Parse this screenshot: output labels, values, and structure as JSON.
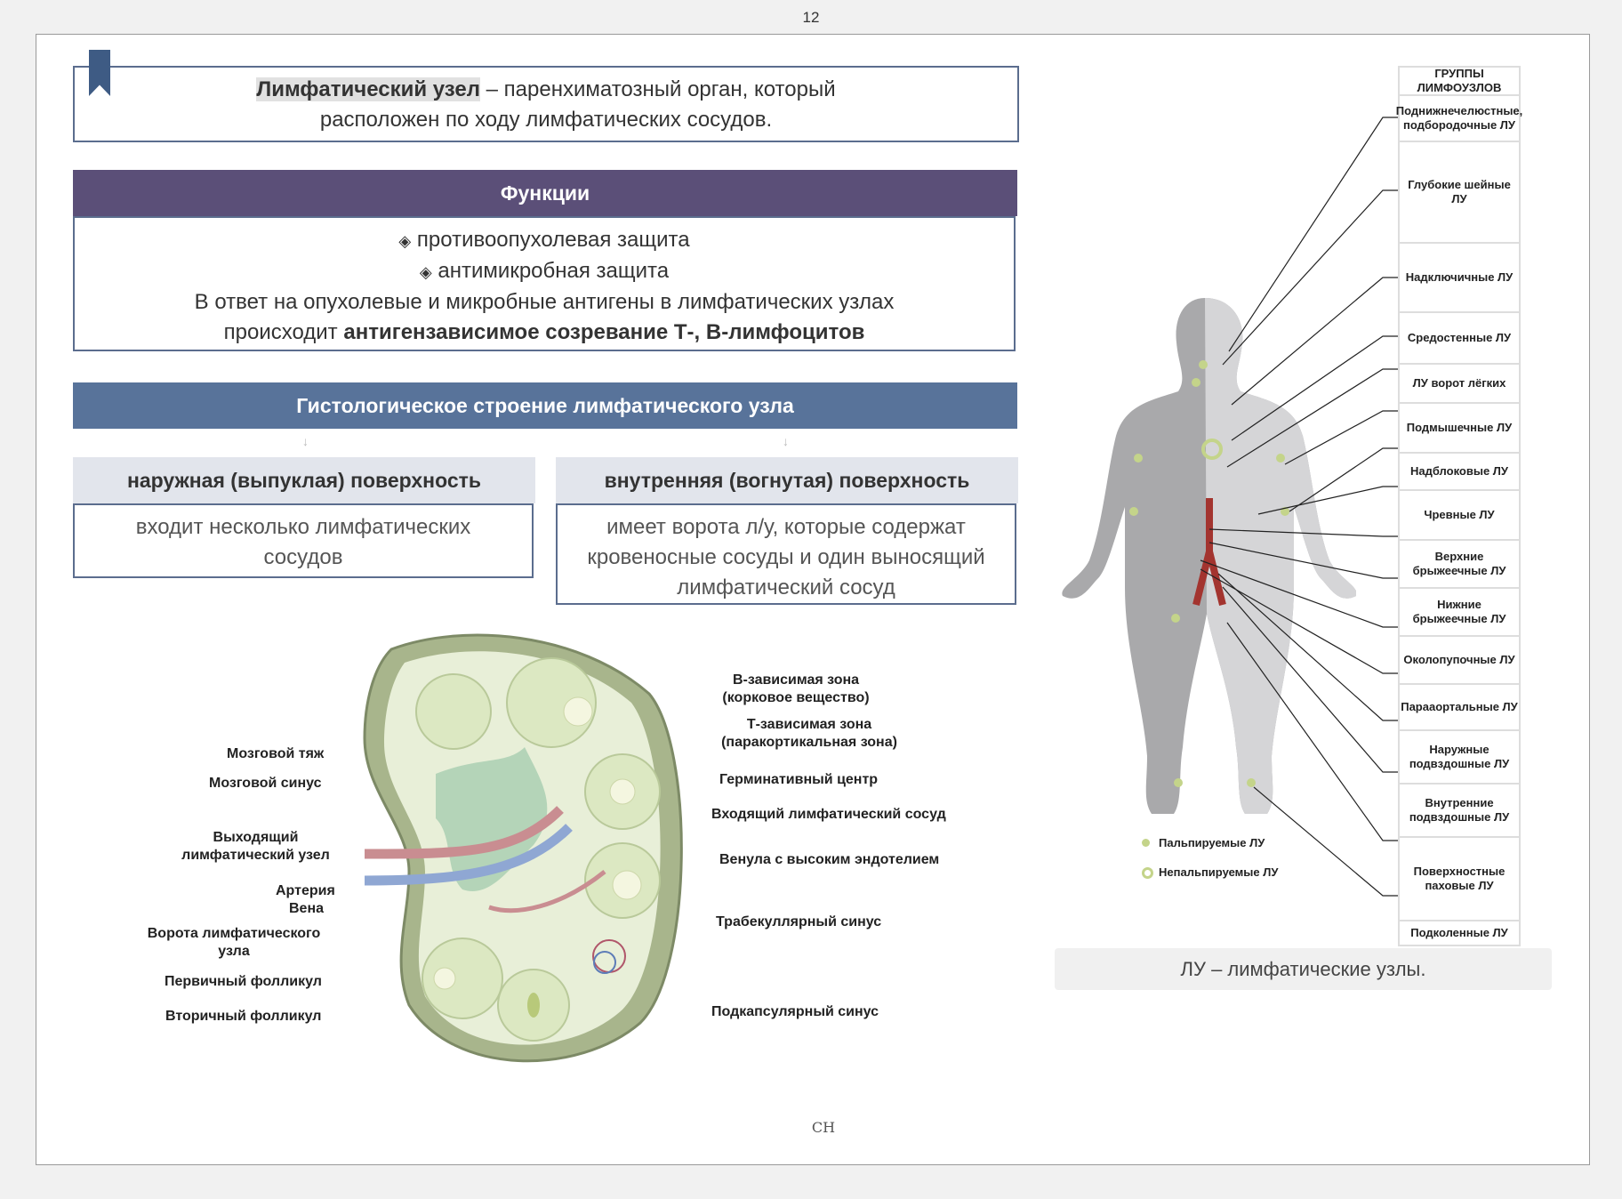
{
  "page_number": "12",
  "definition": {
    "term": "Лимфатический узел",
    "rest": " – паренхиматозный орган, который",
    "line2": "расположен по ходу лимфатических сосудов."
  },
  "functions": {
    "title": "Функции",
    "items": [
      "противоопухолевая защита",
      "антимикробная защита"
    ],
    "text1": "В ответ на опухолевые и микробные антигены в лимфатических узлах",
    "text2_plain": "происходит ",
    "text2_bold": "антигензависимое созревание Т-, В-лимфоцитов"
  },
  "histology": {
    "title": "Гистологическое строение лимфатического узла",
    "outer": {
      "title": "наружная (выпуклая) поверхность",
      "text": "входит несколько лимфатических сосудов"
    },
    "inner": {
      "title": "внутренняя (вогнутая) поверхность",
      "text": "имеет ворота л/у, которые содержат кровеносные сосуды и один выносящий лимфатический сосуд"
    }
  },
  "node_labels_left": [
    "Мозговой тяж",
    "Мозговой синус",
    "Выходящий лимфатический узел",
    "Артерия",
    "Вена",
    "Ворота лимфатического узла",
    "Первичный фолликул",
    "Вторичный фолликул"
  ],
  "node_labels_right": [
    "В-зависимая зона (корковое вещество)",
    "Т-зависимая зона (паракортикальная зона)",
    "Герминативный центр",
    "Входящий лимфатический сосуд",
    "Венула с высоким эндотелием",
    "Трабекуллярный синус",
    "Подкапсулярный синус"
  ],
  "groups": {
    "header": "ГРУППЫ ЛИМФОУЗЛОВ",
    "items": [
      "Поднижнечелюстные, подбородочные ЛУ",
      "Глубокие шейные ЛУ",
      "Надключичные ЛУ",
      "Средостенные ЛУ",
      "ЛУ ворот лёгких",
      "Подмышечные ЛУ",
      "Надблоковые ЛУ",
      "Чревные ЛУ",
      "Верхние брыжеечные ЛУ",
      "Нижние брыжеечные ЛУ",
      "Околопупочные ЛУ",
      "Парааортальные ЛУ",
      "Наружные подвздошные ЛУ",
      "Внутренние подвздошные ЛУ",
      "Поверхностные паховые ЛУ",
      "Подколенные ЛУ"
    ]
  },
  "legend": {
    "palpable": "Пальпируемые ЛУ",
    "nonpalpable": "Непальпируемые ЛУ"
  },
  "caption": "ЛУ – лимфатические узлы.",
  "colors": {
    "functions_bar": "#5b4f78",
    "histology_bar": "#58739a",
    "node_green": "#c4d48a",
    "body_gray": "#a9a9ab"
  }
}
